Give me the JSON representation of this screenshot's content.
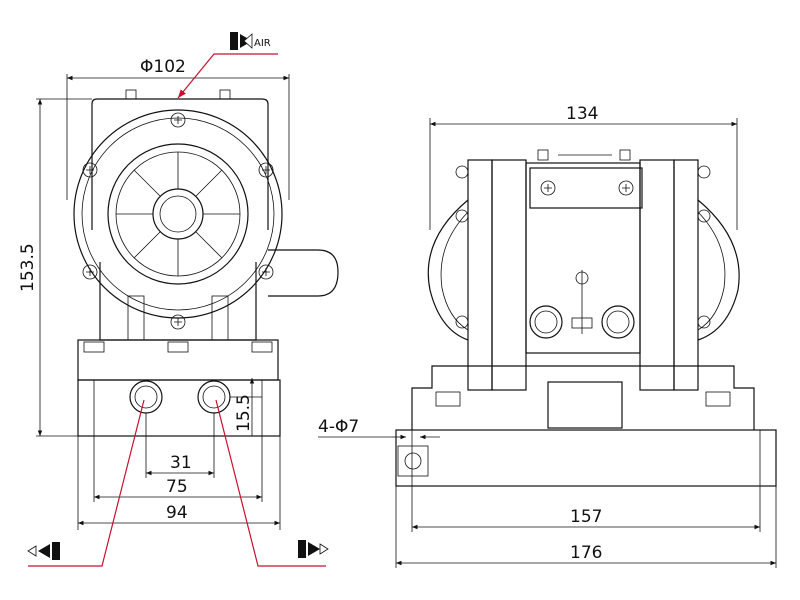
{
  "labels": {
    "air": "AIR",
    "dia_102": "Φ102",
    "h_153_5": "153.5",
    "d_15_5": "15.5",
    "d_31": "31",
    "d_75": "75",
    "d_94": "94",
    "w_134": "134",
    "holes": "4-Φ7",
    "d_157": "157",
    "d_176": "176"
  },
  "icons": {
    "air_inlet": "air-inlet-icon",
    "fluid_inlet": "fluid-inlet-icon",
    "fluid_outlet": "fluid-outlet-icon"
  },
  "colors": {
    "leader_red": "#c8102e",
    "line": "#111111"
  }
}
